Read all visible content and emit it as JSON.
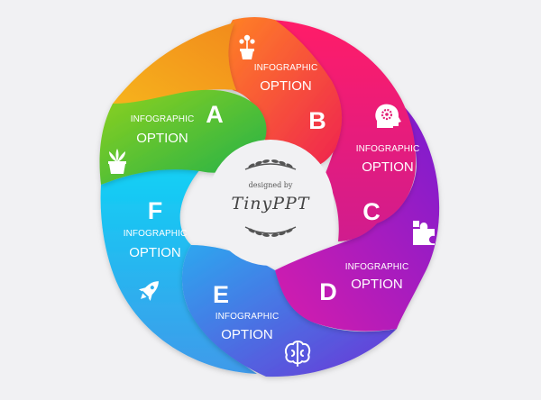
{
  "segments": [
    {
      "letter": "A",
      "label_small": "INFOGRAPHIC",
      "label_big": "OPTION",
      "icon": "plant-pot-icon",
      "colors": [
        "#f6a21d",
        "#2fb84a"
      ]
    },
    {
      "letter": "B",
      "label_small": "INFOGRAPHIC",
      "label_big": "OPTION",
      "icon": "flower-pot-icon",
      "colors": [
        "#ff7a24",
        "#f0264f"
      ]
    },
    {
      "letter": "C",
      "label_small": "INFOGRAPHIC",
      "label_big": "OPTION",
      "icon": "head-gear-icon",
      "colors": [
        "#ff1e6e",
        "#c0249e"
      ]
    },
    {
      "letter": "D",
      "label_small": "INFOGRAPHIC",
      "label_big": "OPTION",
      "icon": "puzzle-icon",
      "colors": [
        "#8b1fc9",
        "#cc18b0"
      ]
    },
    {
      "letter": "E",
      "label_small": "INFOGRAPHIC",
      "label_big": "OPTION",
      "icon": "brain-icon",
      "colors": [
        "#3a93ee",
        "#6a3ad8"
      ]
    },
    {
      "letter": "F",
      "label_small": "INFOGRAPHIC",
      "label_big": "OPTION",
      "icon": "rocket-icon",
      "colors": [
        "#18c6f2",
        "#3aa7e8"
      ]
    }
  ],
  "logo": {
    "line1": "designed by",
    "line2": "TinyPPT"
  }
}
